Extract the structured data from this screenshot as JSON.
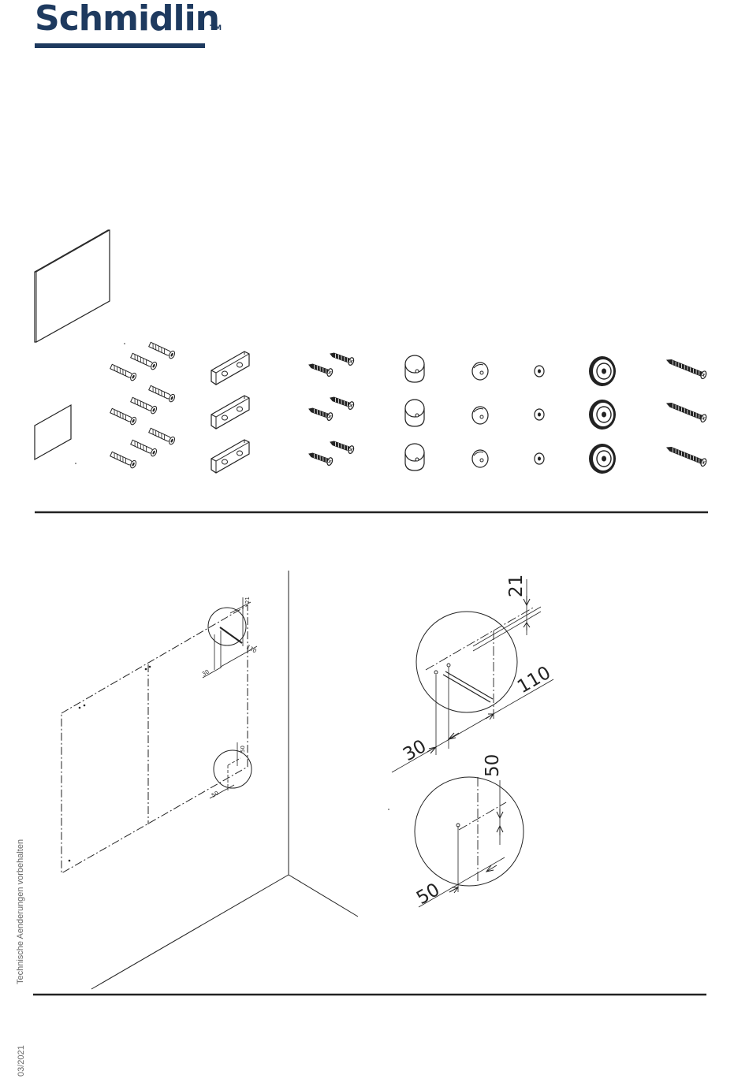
{
  "brand": {
    "name": "Schmidlin",
    "trademark": "TM",
    "color": "#1e3a5f"
  },
  "footer": {
    "notice": "Technische Aenderungen vorbehalten",
    "date": "03/2021"
  },
  "diagram": {
    "overview_dims": {
      "top": "21",
      "width": "110",
      "offset": "30",
      "vertical": "50",
      "horizontal": "50"
    },
    "detail_top": {
      "top": "21",
      "width": "110",
      "offset": "30"
    },
    "detail_bottom": {
      "vertical": "50",
      "horizontal": "50"
    }
  }
}
